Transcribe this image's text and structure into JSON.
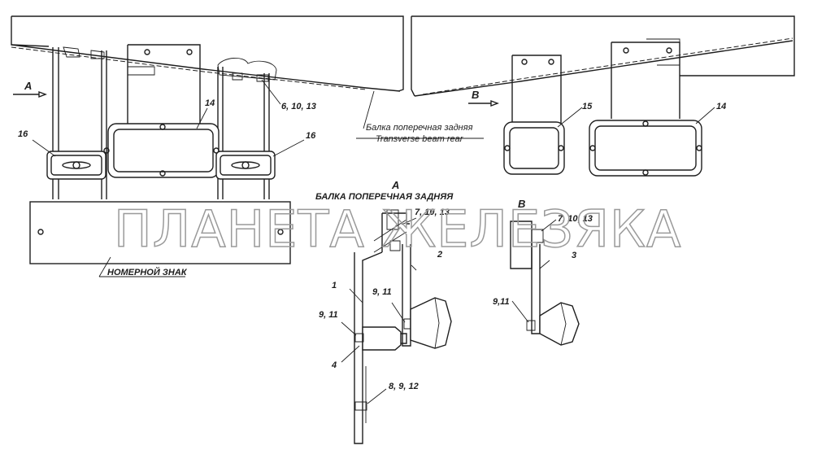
{
  "watermark": "ПЛАНЕТА ЖЕЛЕЗЯКА",
  "views": {
    "view_a": "А",
    "view_b": "В",
    "detail_a": "А",
    "detail_b": "В"
  },
  "captions": {
    "beam_ru": "Балка поперечная задняя",
    "beam_en": "Transverse beam rear",
    "beam_upper": "БАЛКА ПОПЕРЕЧНАЯ ЗАДНЯЯ",
    "plate": "НОМЕРНОЙ ЗНАК"
  },
  "callouts": {
    "c16_left": "16",
    "c14_left": "14",
    "c16_right": "16",
    "c6_10_13": "6, 10, 13",
    "c15": "15",
    "c14_right": "14",
    "c7_10_13_a": "7, 10, 13",
    "c2": "2",
    "c1": "1",
    "c9_11_a_upper": "9, 11",
    "c9_11_a_lower": "9, 11",
    "c4": "4",
    "c8_9_12": "8, 9, 12",
    "c7_10_13_b": "7, 10, 13",
    "c3": "3",
    "c9_11_b": "9,11"
  }
}
